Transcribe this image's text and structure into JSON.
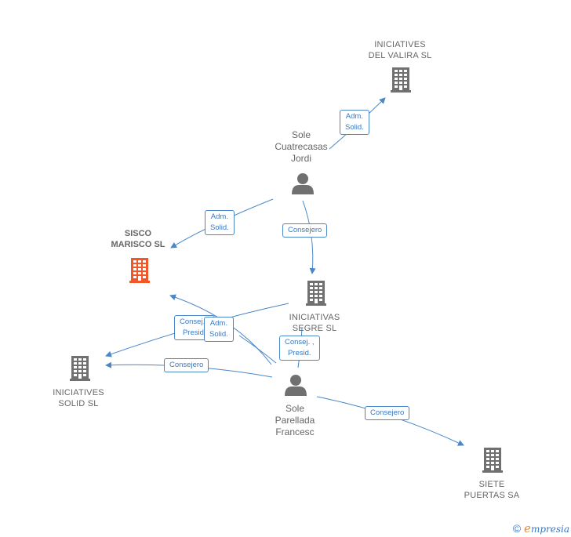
{
  "colors": {
    "edge": "#4a86c8",
    "edge_label_text": "#3a78c3",
    "company_icon": "#707070",
    "focus_icon": "#f0582a",
    "person_icon": "#707070",
    "label_text": "#666666"
  },
  "nodes": {
    "iniciatives_valira": {
      "lines": [
        "INICIATIVES",
        "DEL VALIRA  SL"
      ],
      "icon": "building-icon"
    },
    "sole_cuatrecasas": {
      "lines": [
        "Sole",
        "Cuatrecasas",
        "Jordi"
      ],
      "icon": "person-icon"
    },
    "sisco_marisco": {
      "lines": [
        "SISCO",
        "MARISCO  SL"
      ],
      "icon": "building-icon"
    },
    "iniciativas_segre": {
      "lines": [
        "INICIATIVAS",
        "SEGRE SL"
      ],
      "icon": "building-icon"
    },
    "iniciatives_solid": {
      "lines": [
        "INICIATIVES",
        "SOLID SL"
      ],
      "icon": "building-icon"
    },
    "sole_parellada": {
      "lines": [
        "Sole",
        "Parellada",
        "Francesc"
      ],
      "icon": "person-icon"
    },
    "siete_puertas": {
      "lines": [
        "SIETE",
        "PUERTAS SA"
      ],
      "icon": "building-icon"
    }
  },
  "edge_labels": {
    "cuatrecasas_valira": [
      "Adm.",
      "Solid."
    ],
    "cuatrecasas_sisco": [
      "Adm.",
      "Solid."
    ],
    "cuatrecasas_segre": [
      "Consejero"
    ],
    "parellada_sisco_a": [
      "Consej. ,",
      "Presid."
    ],
    "parellada_sisco_b": [
      "Adm.",
      "Solid."
    ],
    "parellada_segre": [
      "Consej. ,",
      "Presid."
    ],
    "parellada_solid": [
      "Consejero"
    ],
    "parellada_siete": [
      "Consejero"
    ]
  },
  "footer": {
    "copyright": "©",
    "brand_initial": "e",
    "brand_rest": "mpresia"
  }
}
